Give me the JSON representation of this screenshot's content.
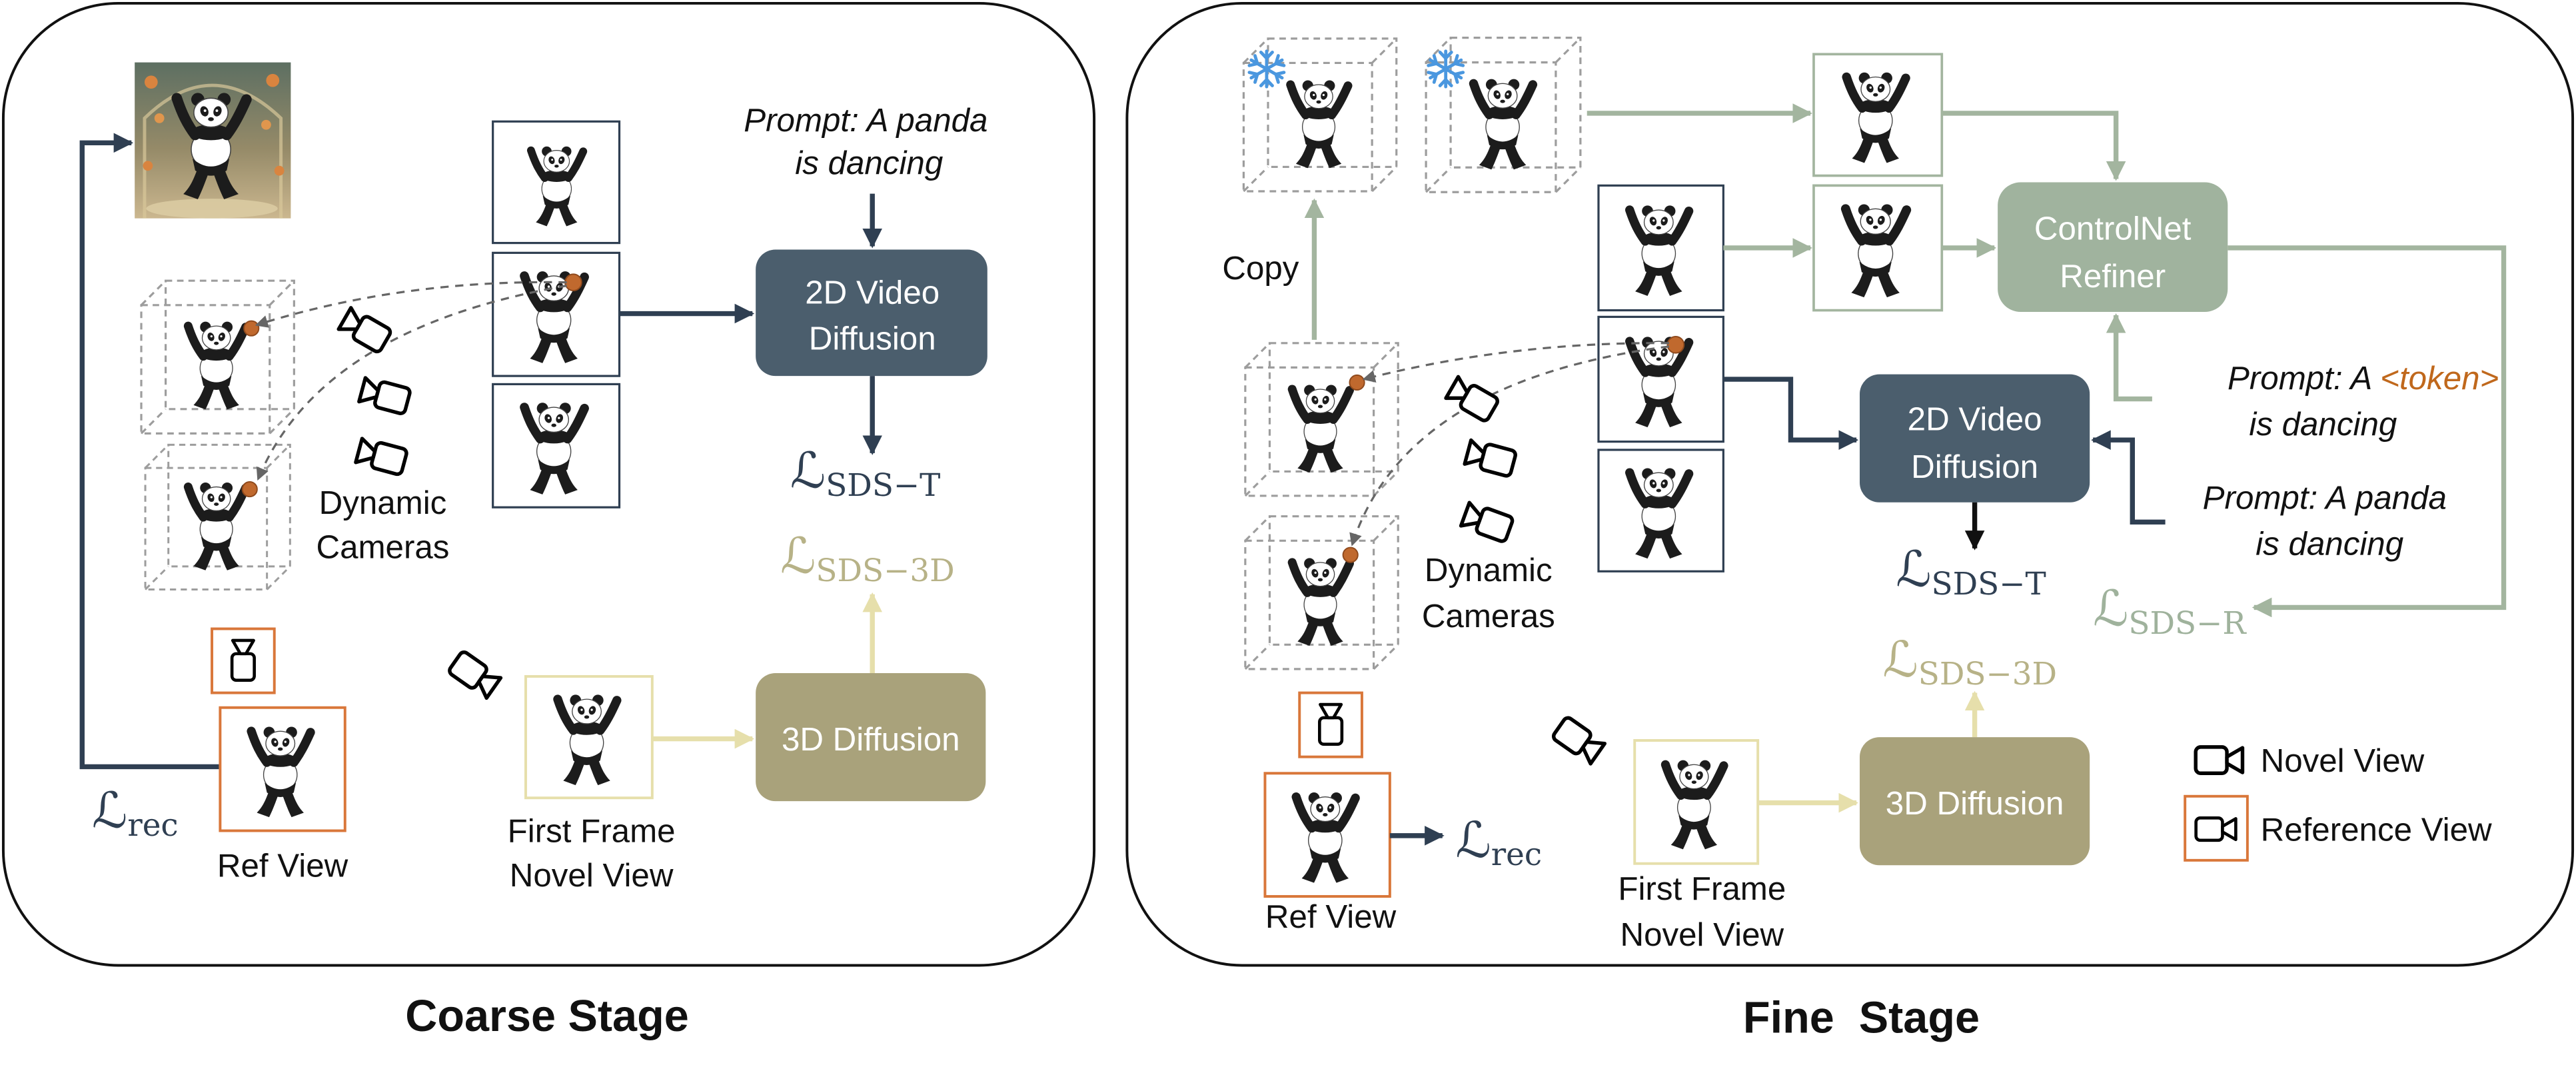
{
  "coarse_stage": {
    "caption": "Coarse Stage",
    "prompt": [
      "Prompt: A panda",
      "is dancing"
    ],
    "video_diffusion_box": [
      "2D Video",
      "Diffusion"
    ],
    "diffusion_3d_box": "3D Diffusion",
    "loss_sds_t": {
      "symbol": "ℒ",
      "subscript": "SDS−T"
    },
    "loss_sds_3d": {
      "symbol": "ℒ",
      "subscript": "SDS−3D"
    },
    "loss_rec": {
      "symbol": "ℒ",
      "subscript": "rec"
    },
    "dynamic_cameras": [
      "Dynamic",
      "Cameras"
    ],
    "ref_view": "Ref View",
    "first_frame_novel_view": [
      "First Frame",
      "Novel View"
    ]
  },
  "fine_stage": {
    "caption": "Fine  Stage",
    "copy_label": "Copy",
    "refiner_box": [
      "ControlNet",
      "Refiner"
    ],
    "token_prompt": {
      "prefix": "Prompt: A ",
      "token": "<token>",
      "line2": "is dancing"
    },
    "prompt": [
      "Prompt: A panda",
      "is dancing"
    ],
    "video_diffusion_box": [
      "2D Video",
      "Diffusion"
    ],
    "diffusion_3d_box": "3D Diffusion",
    "loss_sds_t": {
      "symbol": "ℒ",
      "subscript": "SDS−T"
    },
    "loss_sds_3d": {
      "symbol": "ℒ",
      "subscript": "SDS−3D"
    },
    "loss_sds_r": {
      "symbol": "ℒ",
      "subscript": "SDS−R"
    },
    "loss_rec": {
      "symbol": "ℒ",
      "subscript": "rec"
    },
    "dynamic_cameras": [
      "Dynamic",
      "Cameras"
    ],
    "ref_view": "Ref View",
    "first_frame_novel_view": [
      "First Frame",
      "Novel View"
    ],
    "legend": [
      {
        "label": "Novel View",
        "icon": "camera-icon"
      },
      {
        "label": "Reference View",
        "icon": "camera-icon"
      }
    ]
  },
  "icons": {
    "camera": "camera-icon",
    "frozen": "snowflake-icon",
    "tracked_point": "orange-dot"
  },
  "colors": {
    "video_diffusion": "#4b5e6d",
    "refiner": "#a0b39e",
    "diffusion_3d": "#a9a27b",
    "reference_frame": "#d9773a",
    "token_text": "#c0681c",
    "arrow_dark": "#2f3f52",
    "arrow_sage": "#a3b59f",
    "arrow_yellow": "#e9e3b2"
  }
}
